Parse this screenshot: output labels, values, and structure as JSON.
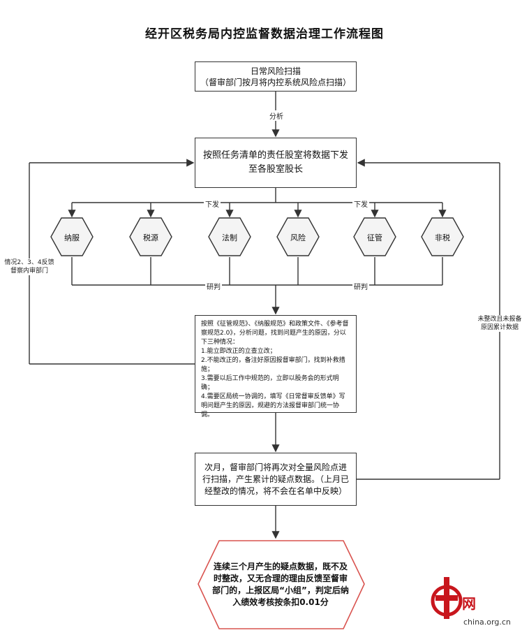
{
  "title": "经开区税务局内控监督数据治理工作流程图",
  "box1": {
    "line1": "日常风险扫描",
    "line2": "（督审部门按月将内控系统风险点扫描）"
  },
  "label_fenxi": "分析",
  "box2": {
    "text": "按照任务清单的责任股室将数据下发至各股室股长"
  },
  "label_xiafa_left": "下发",
  "label_xiafa_right": "下发",
  "hexagons": [
    "纳服",
    "税源",
    "法制",
    "风险",
    "征管",
    "非税"
  ],
  "label_yanpan_left": "研判",
  "label_yanpan_right": "研判",
  "box3": {
    "lines": [
      "按照《征管规范》、《纳服规范》和政策文件、《参考督察规范2.0》，分析问题，找到问题产生的原因，分以下三种情况：",
      "1.能立即改正的立查立改；",
      "2.不能改正的，备注好原因报督审部门，找到补救措施；",
      "3.需要以后工作中规范的，立即以股务会的形式明确；",
      "4.需要区局统一协调的，填写《日常督审反馈单》写明问题产生的原因，规避的方法报督审部门统一协调。"
    ]
  },
  "left_label": {
    "line1": "情况2、3、4反馈",
    "line2": "督察内审部门"
  },
  "right_label": {
    "line1": "未整改且未报备",
    "line2": "原因累计数据"
  },
  "box4": {
    "text": "次月，督审部门将再次对全量风险点进行扫描，产生累计的疑点数据。（上月已经整改的情况，将不会在名单中反映）"
  },
  "final": {
    "text": "连续三个月产生的疑点数据，既不及时整改，又无合理的理由反馈至督审部门的，上报区局“小组”，判定后纳入绩效考核按条扣0.01分"
  },
  "watermark": {
    "glyph": "网",
    "site": "china.org.cn"
  },
  "colors": {
    "line": "#333333",
    "hex_fill": "#f4f4f4",
    "final_border": "#d9534f",
    "logo_red": "#c8161d"
  }
}
